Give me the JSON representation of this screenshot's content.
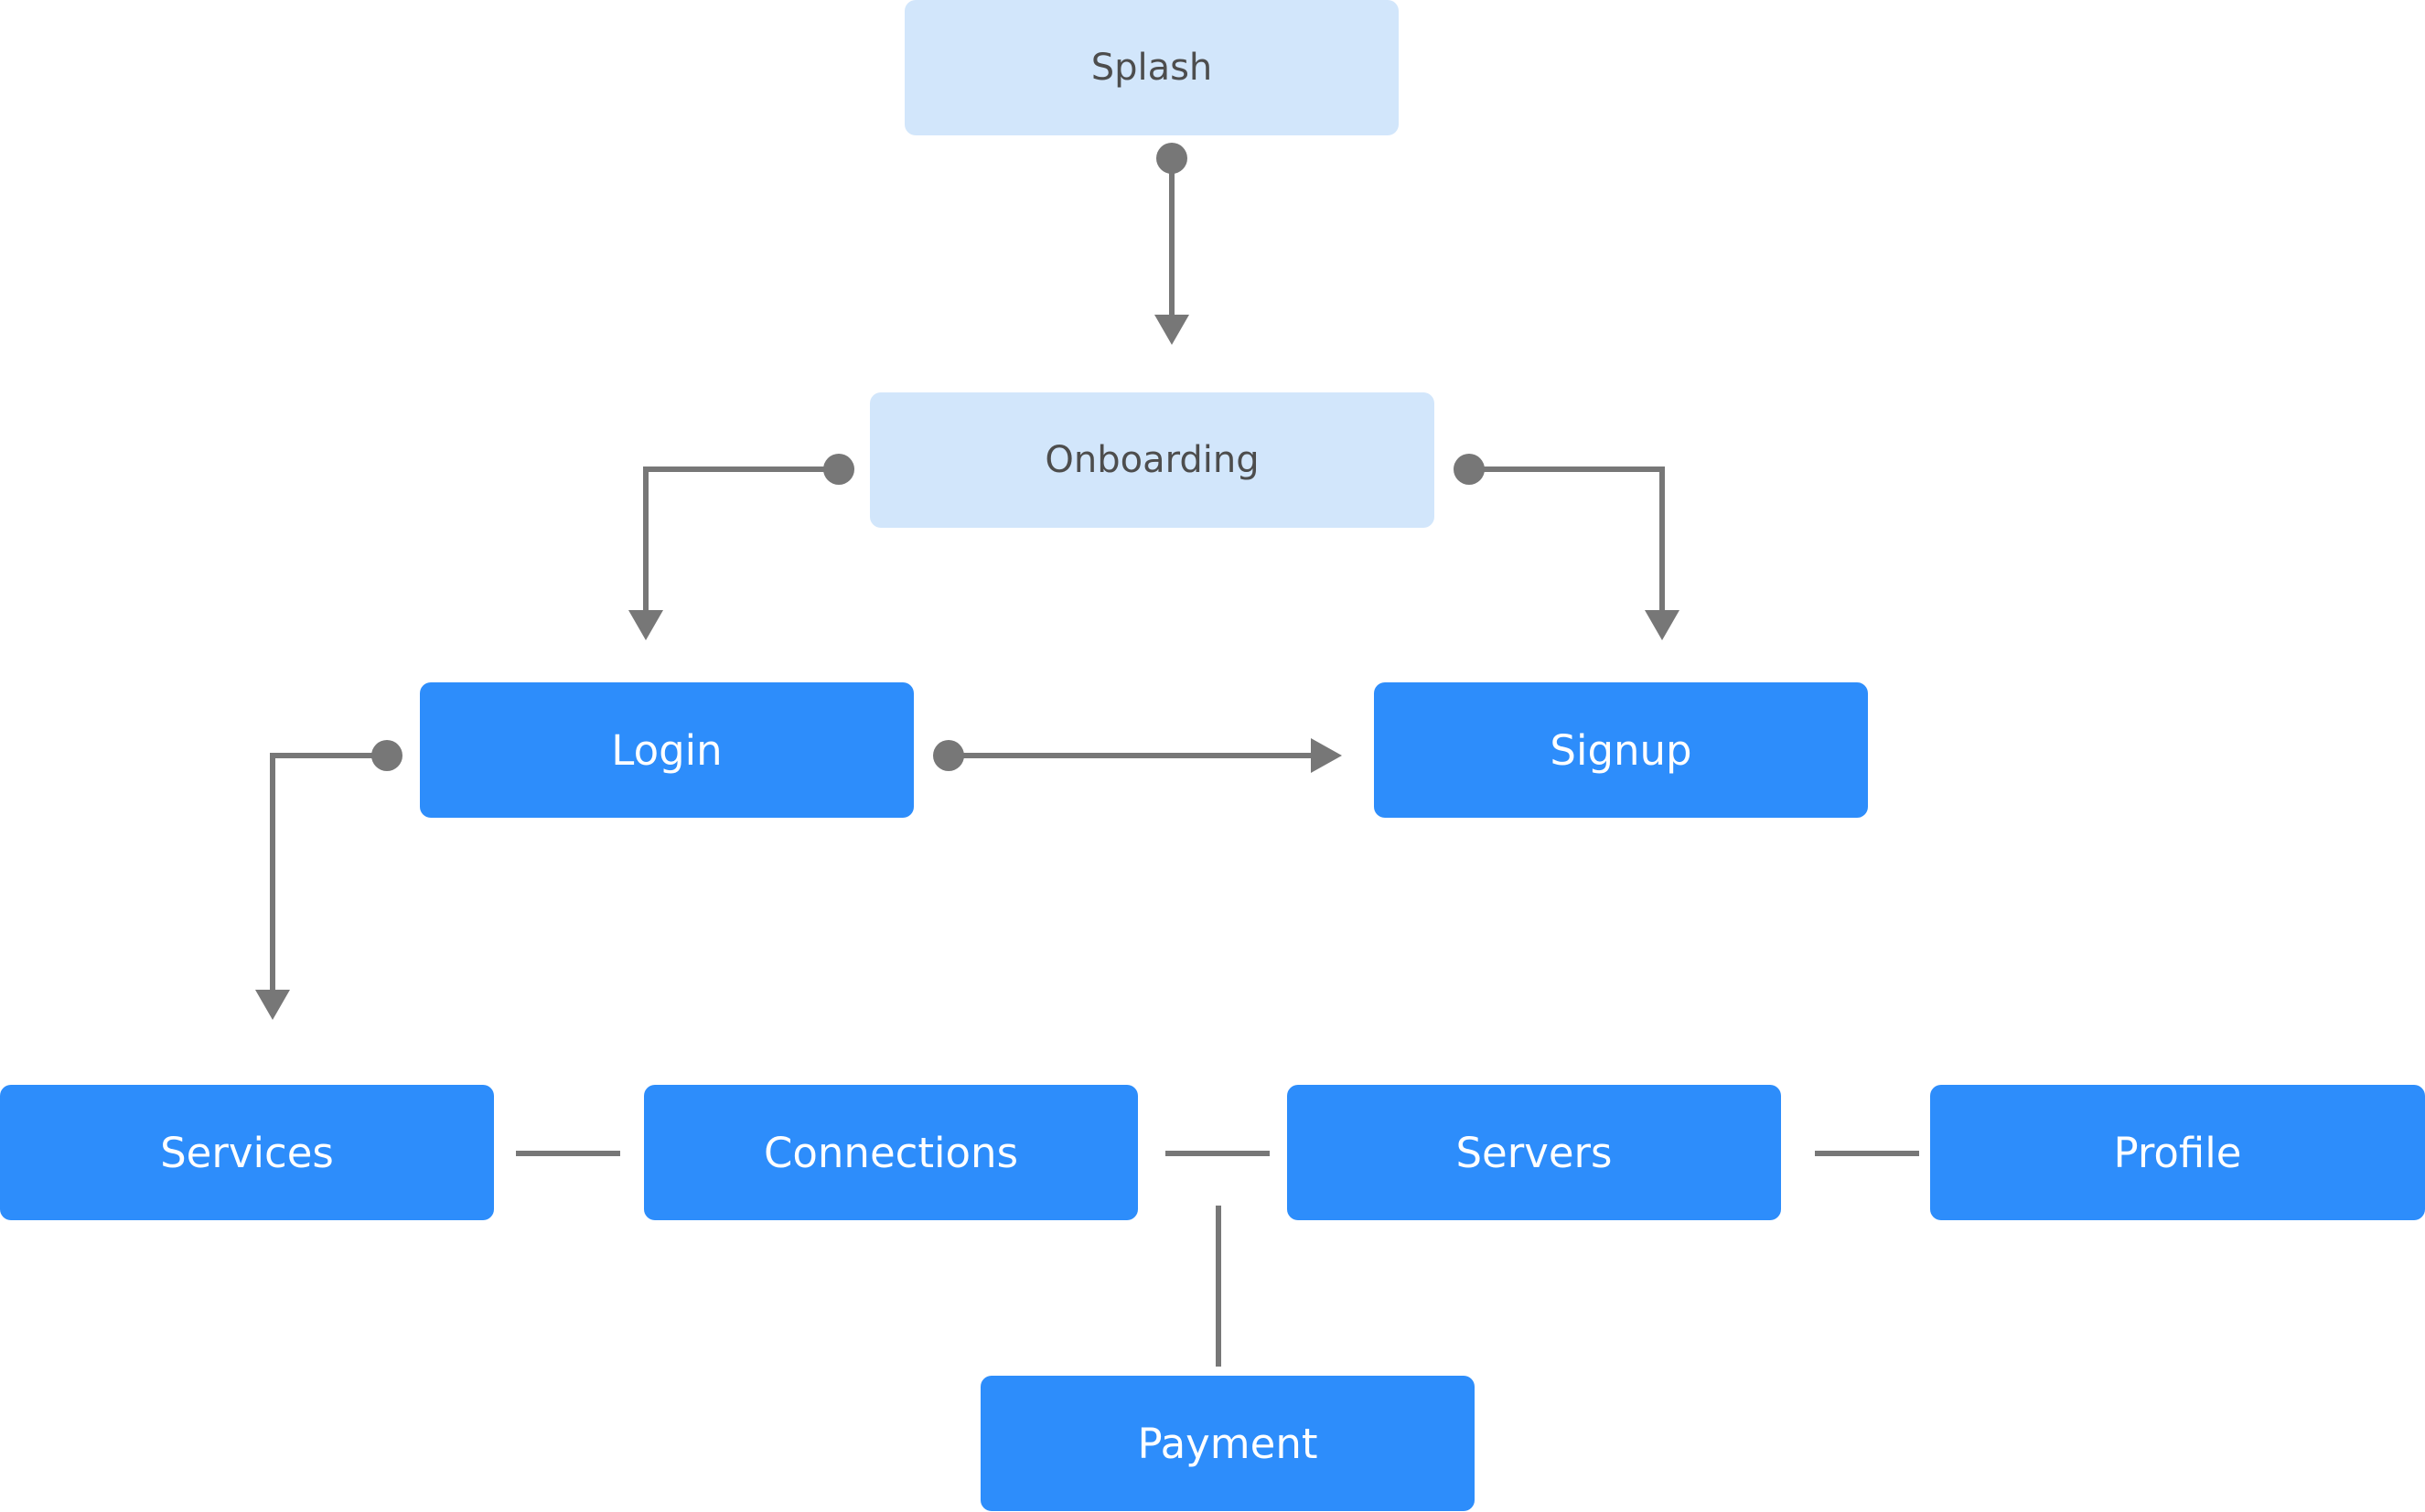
{
  "diagram": {
    "nodes": {
      "splash": "Splash",
      "onboarding": "Onboarding",
      "login": "Login",
      "signup": "Signup",
      "services": "Services",
      "connections": "Connections",
      "servers": "Servers",
      "profile": "Profile",
      "payment": "Payment"
    }
  },
  "colors": {
    "light_node": "#d2e6fb",
    "primary_node": "#2d8dfb",
    "connector": "#777777"
  }
}
